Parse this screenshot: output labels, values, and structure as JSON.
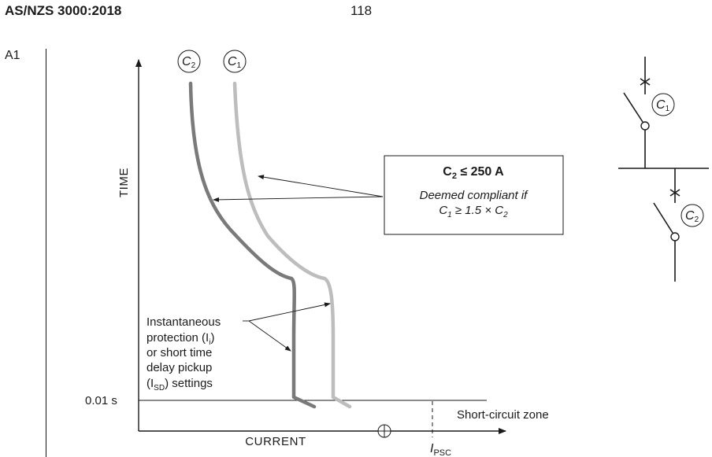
{
  "header": {
    "standard": "AS/NZS 3000:2018",
    "page_number": "118"
  },
  "margin": {
    "amendment_mark": "A1"
  },
  "graph": {
    "y_axis_label": "TIME",
    "x_axis_label": "CURRENT",
    "time_marker": "0.01 s",
    "zone_label": "Short-circuit zone",
    "ipsc_label": {
      "main": "I",
      "sub": "PSC"
    },
    "curve_c2": {
      "main": "C",
      "sub": "2"
    },
    "curve_c1": {
      "main": "C",
      "sub": "1"
    }
  },
  "callout": {
    "title_main": "C",
    "title_sub": "2",
    "title_rest": " ≤ 250 A",
    "line1": "Deemed compliant if",
    "line2_a": "C",
    "line2_a_sub": "1",
    "line2_b": " ≥ 1.5 × C",
    "line2_b_sub": "2"
  },
  "annotation": {
    "line1": "Instantaneous",
    "line2_a": "protection (I",
    "line2_sub": "i",
    "line2_b": ")",
    "line3": "or short time",
    "line4": "delay pickup",
    "line5_a": "(I",
    "line5_sub": "SD",
    "line5_b": ") settings"
  },
  "schematic": {
    "c1": {
      "main": "C",
      "sub": "1"
    },
    "c2": {
      "main": "C",
      "sub": "2"
    }
  },
  "colors": {
    "curve_c2": "#7a7a7a",
    "curve_c1": "#bdbdbd",
    "ink": "#1a1a1a"
  }
}
